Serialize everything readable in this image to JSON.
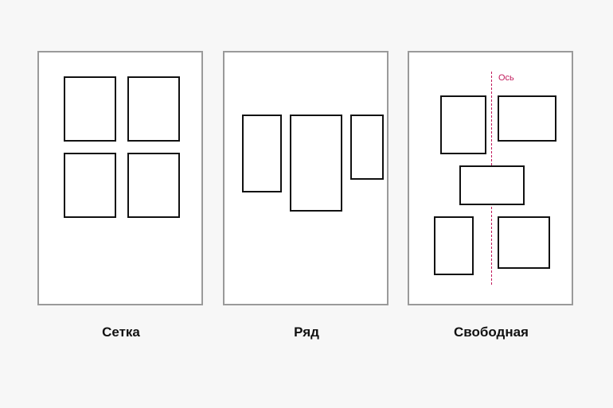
{
  "panels": [
    {
      "caption": "Сетка"
    },
    {
      "caption": "Ряд"
    },
    {
      "caption": "Свободная",
      "axis_label": "Ось"
    }
  ],
  "colors": {
    "background": "#f7f7f7",
    "panel_border": "#9a9a9a",
    "frame_border": "#111111",
    "axis": "#c0185a"
  }
}
